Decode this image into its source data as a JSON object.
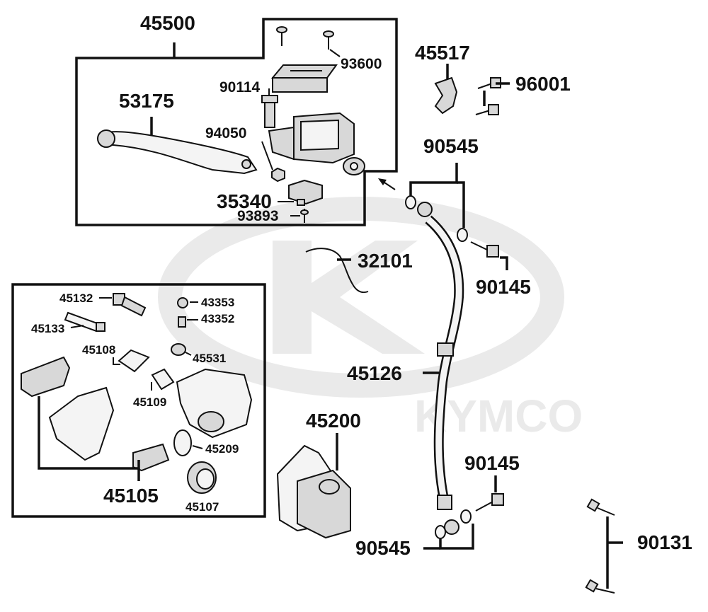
{
  "watermark": {
    "text": "KYMCO",
    "color": "#d9d9d9"
  },
  "colors": {
    "ink": "#111111",
    "part_fill": "#d8d8d8"
  },
  "labels": {
    "master_cylinder": "45500",
    "lever": "53175",
    "screw_cap": "93600",
    "bolt_pivot": "90114",
    "nut": "94050",
    "stop_switch": "35340",
    "switch_screw": "93893",
    "holder": "45517",
    "holder_bolt": "96001",
    "washer_top": "90545",
    "bolt_top": "90145",
    "hose_clamp": "32101",
    "caliper_bolt_long": "45132",
    "caliper_pin": "45133",
    "bleeder_cap": "43353",
    "bleeder_screw": "43352",
    "pad_spring": "45108",
    "boot": "45531",
    "pad_retainer": "45109",
    "piston_seal": "45209",
    "pad_set": "45105",
    "piston": "45107",
    "brake_hose": "45126",
    "caliper_assy": "45200",
    "bolt_bottom": "90145",
    "washer_bottom": "90545",
    "caliper_mount_bolt": "90131"
  }
}
